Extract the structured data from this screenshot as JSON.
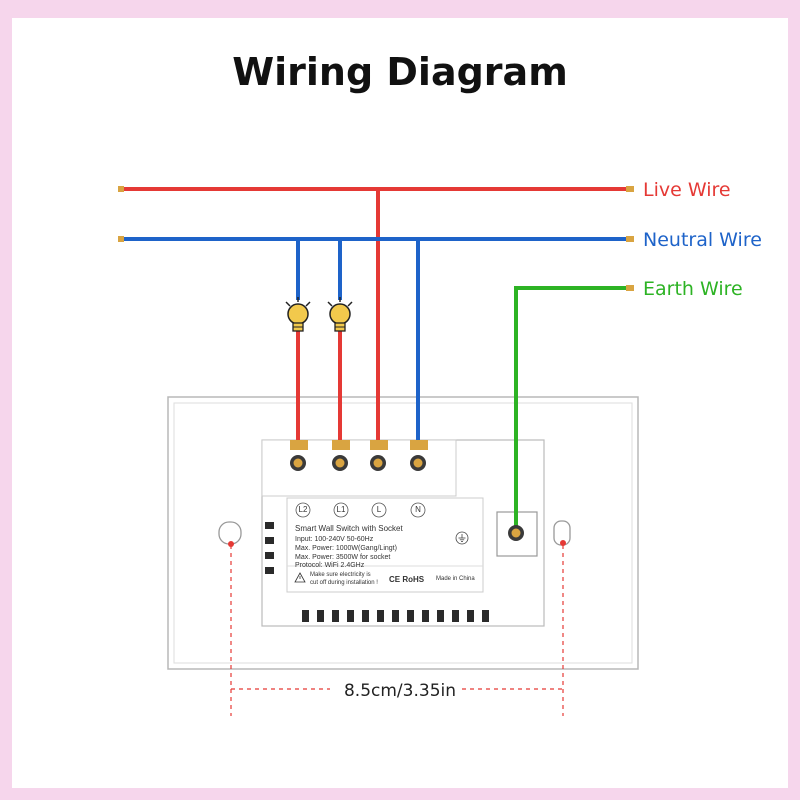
{
  "title": "Wiring Diagram",
  "wires": {
    "live": {
      "label": "Live Wire",
      "color": "#e53935"
    },
    "neutral": {
      "label": "Neutral Wire",
      "color": "#1e63c9"
    },
    "earth": {
      "label": "Earth Wire",
      "color": "#2db324"
    }
  },
  "terminals": [
    "L2",
    "L1",
    "L",
    "N"
  ],
  "label_plate": {
    "heading": "Smart Wall Switch with Socket",
    "specs": [
      "Input: 100-240V 50-60Hz",
      "Max. Power: 1000W(Gang/Lingt)",
      "Max. Power: 3500W for socket",
      "Protocol: WiFi 2.4GHz"
    ],
    "warning": "Make sure electricity is cut off during installation !",
    "marks": "CE RoHS",
    "origin": "Made in China"
  },
  "dimension": "8.5cm/3.35in",
  "icons": [
    "lightbulb-icon",
    "lightbulb-icon",
    "ground-icon",
    "warning-icon"
  ]
}
